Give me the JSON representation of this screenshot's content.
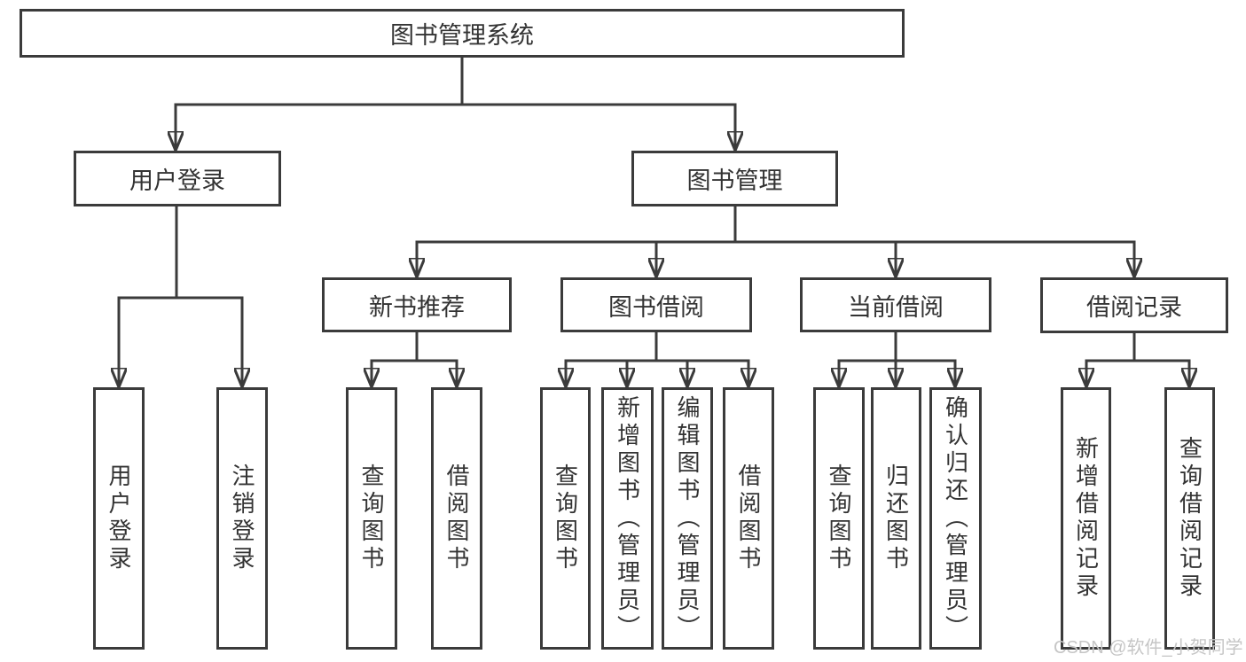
{
  "tree": {
    "label": "图书管理系统",
    "children": [
      {
        "label": "用户登录",
        "children": [
          {
            "label": "用户登录"
          },
          {
            "label": "注销登录"
          }
        ]
      },
      {
        "label": "图书管理",
        "children": [
          {
            "label": "新书推荐",
            "children": [
              {
                "label": "查询图书"
              },
              {
                "label": "借阅图书"
              }
            ]
          },
          {
            "label": "图书借阅",
            "children": [
              {
                "label": "查询图书"
              },
              {
                "label": "新增图书（管理员）"
              },
              {
                "label": "编辑图书（管理员）"
              },
              {
                "label": "借阅图书"
              }
            ]
          },
          {
            "label": "当前借阅",
            "children": [
              {
                "label": "查询图书"
              },
              {
                "label": "归还图书"
              },
              {
                "label": "确认归还（管理员）"
              }
            ]
          },
          {
            "label": "借阅记录",
            "children": [
              {
                "label": "新增借阅记录"
              },
              {
                "label": "查询借阅记录"
              }
            ]
          }
        ]
      }
    ]
  },
  "watermark": "CSDN @软件_小贺同学",
  "colors": {
    "line": "#3b3b3b",
    "box_border": "#3b3b3b",
    "text": "#333333",
    "watermark": "#c6c6c6",
    "background": "#ffffff"
  }
}
